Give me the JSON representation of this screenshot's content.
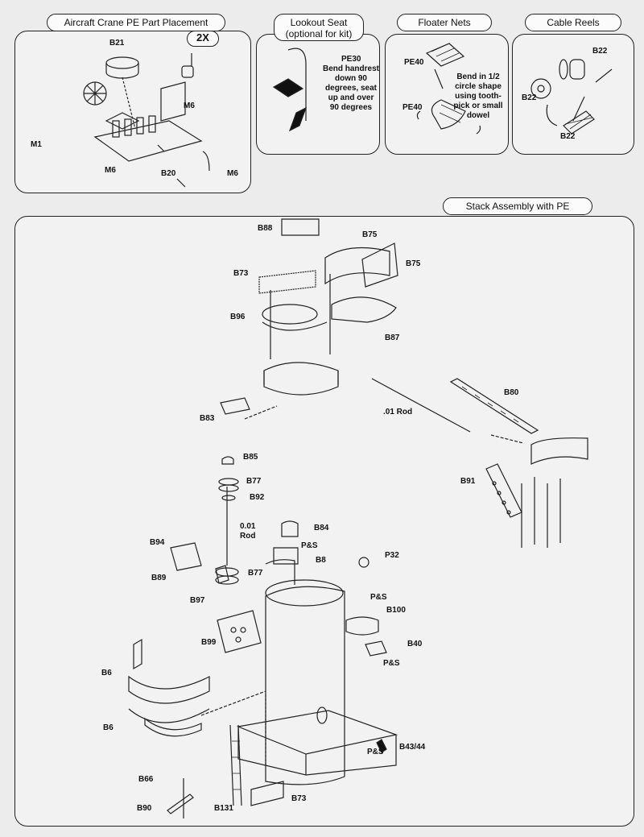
{
  "panels": {
    "aircraft_crane": {
      "title": "Aircraft Crane PE Part Placement",
      "multiplier": "2X",
      "labels": {
        "b21": "B21",
        "m1": "M1",
        "m6_a": "M6",
        "m6_b": "M6",
        "m6_c": "M6",
        "b20": "B20"
      }
    },
    "lookout_seat": {
      "title_line1": "Lookout Seat",
      "title_line2": "(optional for kit)",
      "part": "PE30",
      "instruction_lines": [
        "Bend handrest",
        "down 90",
        "degrees, seat",
        "up and over",
        "90 degrees"
      ]
    },
    "floater_nets": {
      "title": "Floater Nets",
      "part_a": "PE40",
      "part_b": "PE40",
      "instruction_lines": [
        "Bend in 1/2",
        "circle shape",
        "using tooth-",
        "pick or small",
        "dowel"
      ]
    },
    "cable_reels": {
      "title": "Cable Reels",
      "labels": {
        "a": "B22",
        "b": "B22",
        "c": "B22"
      }
    },
    "stack_assembly": {
      "title": "Stack Assembly with PE",
      "labels": {
        "b88": "B88",
        "b75_top": "B75",
        "b75_right": "B75",
        "b73_top": "B73",
        "b96": "B96",
        "b87": "B87",
        "b83": "B83",
        "rod_01": ".01 Rod",
        "b80": "B80",
        "b91": "B91",
        "b85": "B85",
        "b77_top": "B77",
        "b92": "B92",
        "rod_001_line1": "0.01",
        "rod_001_line2": "Rod",
        "b94": "B94",
        "b89": "B89",
        "b77_mid": "B77",
        "b97": "B97",
        "b84": "B84",
        "ps_a": "P&S",
        "b8": "B8",
        "p32": "P32",
        "ps_b": "P&S",
        "b100": "B100",
        "b99": "B99",
        "b40": "B40",
        "ps_c": "P&S",
        "b6_top": "B6",
        "b6_bottom": "B6",
        "b43_44": "B43/44",
        "ps_d": "P&S",
        "b66": "B66",
        "b90": "B90",
        "b131": "B131",
        "b73_bottom": "B73"
      }
    }
  }
}
